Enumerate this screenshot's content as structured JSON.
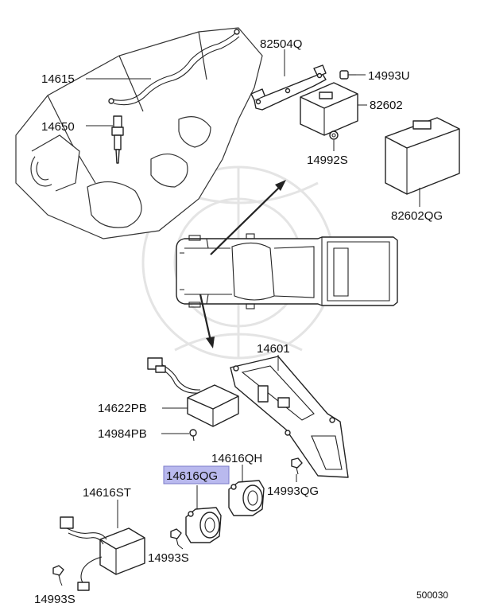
{
  "diagram": {
    "highlight_color": "#b9b9ee",
    "part_labels": {
      "p82504Q": "82504Q",
      "p14993U": "14993U",
      "p14615": "14615",
      "p82602": "82602",
      "p14650": "14650",
      "p14992S": "14992S",
      "p82602QG": "82602QG",
      "p14601": "14601",
      "p14622PB": "14622PB",
      "p14984PB": "14984PB",
      "p14616QH": "14616QH",
      "p14616QG": "14616QG",
      "p14993QG": "14993QG",
      "p14616ST": "14616ST",
      "p14993S_a": "14993S",
      "p14993S_b": "14993S"
    },
    "drawing_number": "500030"
  }
}
